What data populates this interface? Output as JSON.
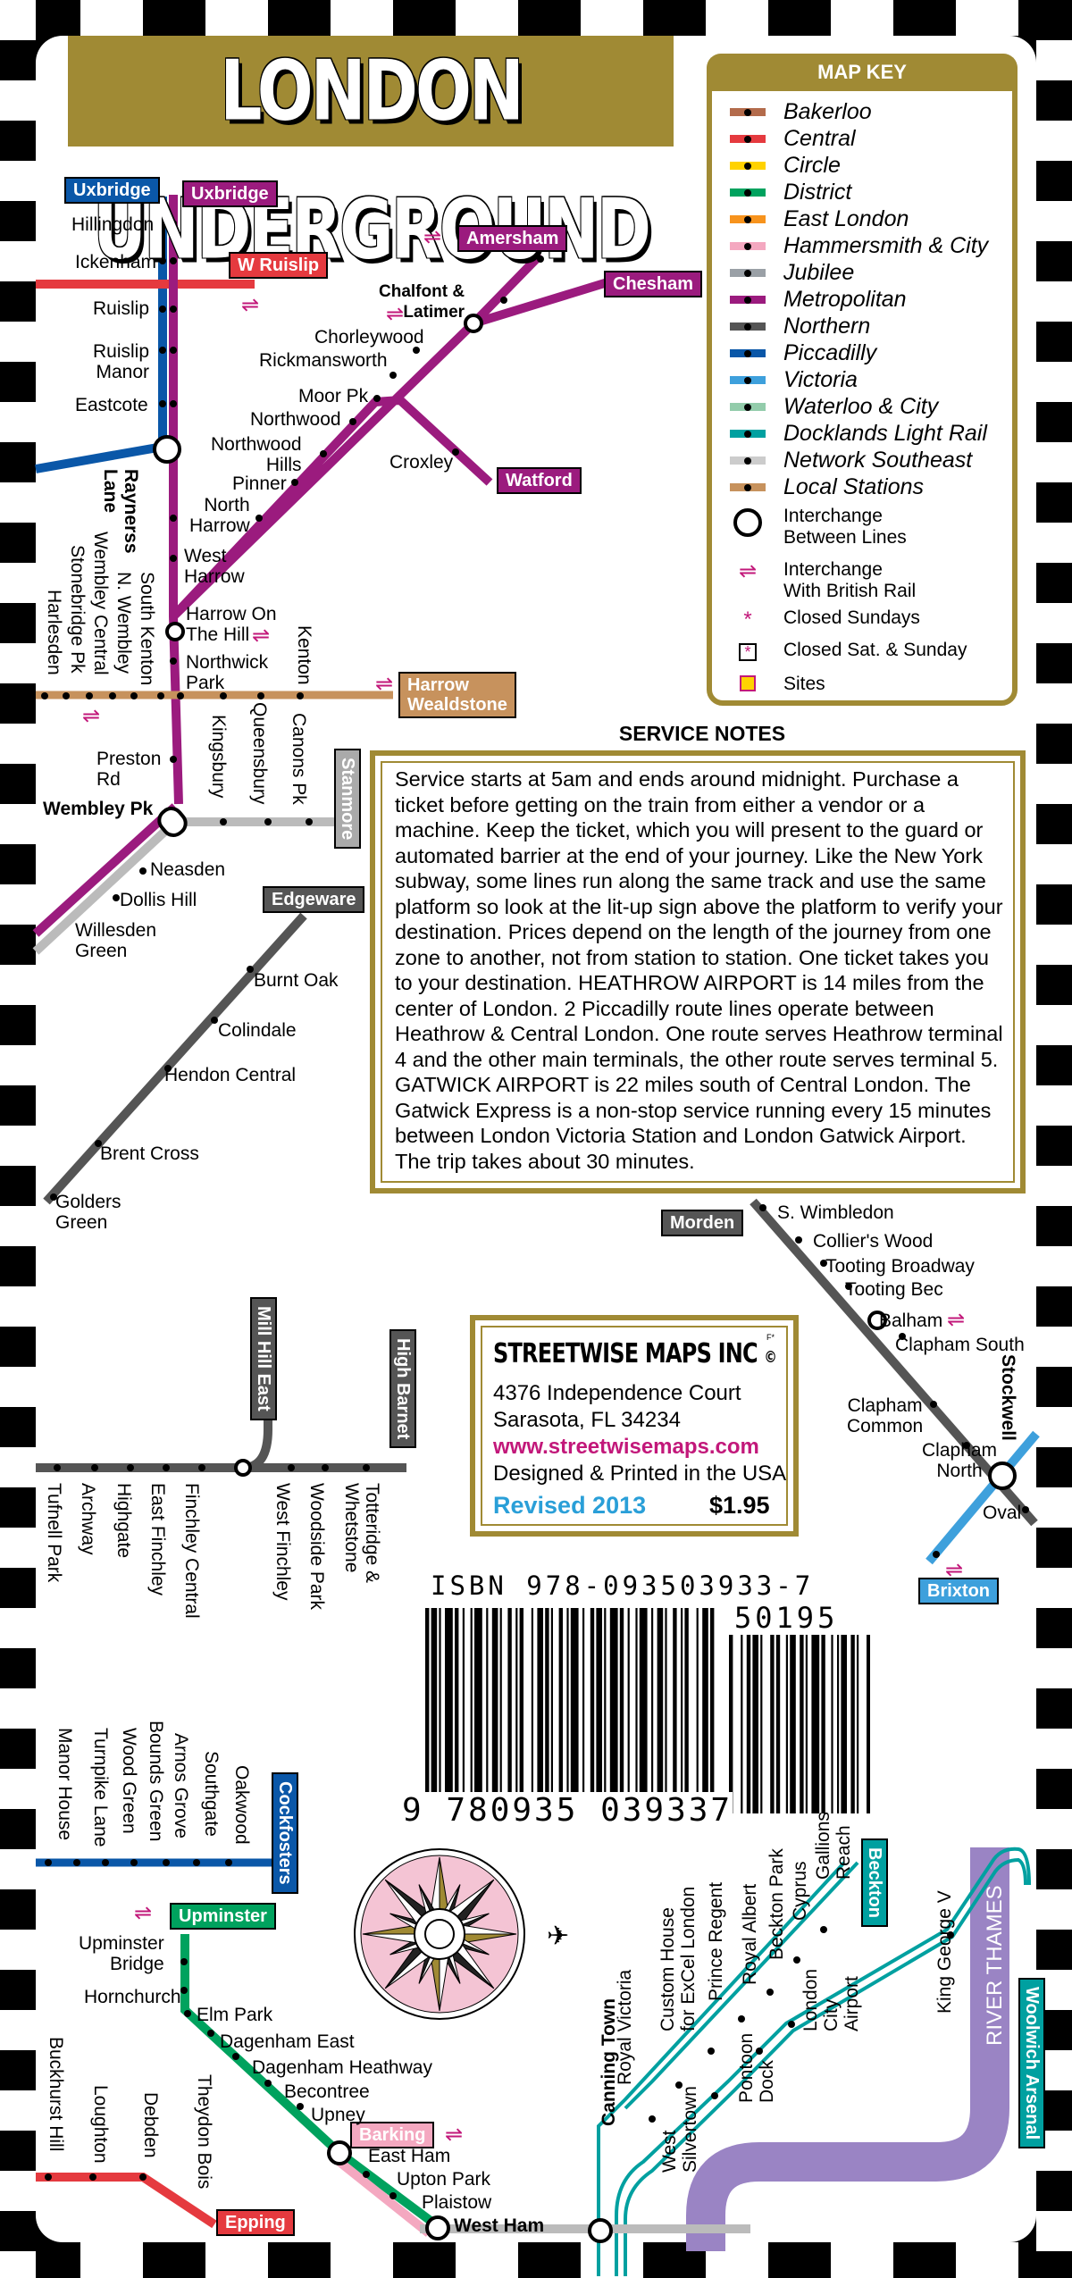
{
  "title": "LONDON UNDERGROUND",
  "map_key": {
    "heading": "MAP KEY",
    "lines": [
      {
        "name": "Bakerloo",
        "color": "#b36b4b"
      },
      {
        "name": "Central",
        "color": "#e53a3f"
      },
      {
        "name": "Circle",
        "color": "#ffd200"
      },
      {
        "name": "District",
        "color": "#00a25e"
      },
      {
        "name": "East London",
        "color": "#f7931d"
      },
      {
        "name": "Hammersmith & City",
        "color": "#f4a8c0"
      },
      {
        "name": "Jubilee",
        "color": "#9aa0a6"
      },
      {
        "name": "Metropolitan",
        "color": "#9b1b7e"
      },
      {
        "name": "Northern",
        "color": "#555555"
      },
      {
        "name": "Piccadilly",
        "color": "#0a57a8"
      },
      {
        "name": "Victoria",
        "color": "#3ea0dc"
      },
      {
        "name": "Waterloo & City",
        "color": "#93ccab"
      },
      {
        "name": "Docklands Light Rail",
        "color": "#00a0a0"
      },
      {
        "name": "Network Southeast",
        "color": "#cccccc"
      },
      {
        "name": "Local Stations",
        "color": "#c7925d"
      }
    ],
    "symbols": [
      {
        "icon": "interchange-circle-icon",
        "label": "Interchange\nBetween Lines"
      },
      {
        "icon": "british-rail-icon",
        "label": "Interchange\nWith British Rail"
      },
      {
        "icon": "closed-sundays-icon",
        "label": "Closed Sundays"
      },
      {
        "icon": "closed-sat-sun-icon",
        "label": "Closed Sat. & Sunday"
      },
      {
        "icon": "sites-icon",
        "label": "Sites"
      }
    ]
  },
  "service_notes": {
    "heading": "SERVICE NOTES",
    "body": "Service starts at 5am and ends around midnight. Purchase a ticket before getting on the train from either a vendor or a machine. Keep the ticket, which you will present to the guard or automated barrier at the end of your journey. Like the New York subway, some lines run along the same track and use the same platform so look at the lit-up sign above the platform to verify your destination. Prices depend on the length of the journey from one zone to another, not from station to station. One ticket takes you to your destination. HEATHROW AIRPORT is 14 miles from the center of London. 2 Piccadilly route lines operate between Heathrow & Central London. One route serves Heathrow terminal 4 and the other main terminals, the other route serves terminal 5. GATWICK AIRPORT is 22 miles south of Central London. The Gatwick Express is a non-stop service running every 15 minutes between London Victoria Station and London Gatwick Airport. The trip takes about 30 minutes."
  },
  "publisher": {
    "name": "STREETWISE MAPS INC",
    "copyright": "©",
    "address1": "4376 Independence Court",
    "address2": "Sarasota, FL 34234",
    "url": "www.streetwisemaps.com",
    "printed": "Designed & Printed in the USA",
    "revised": "Revised 2013",
    "price": "$1.95",
    "mark": "F*"
  },
  "isbn": {
    "label": "ISBN 978-093503933-7",
    "addon": "50195",
    "digits": "9 780935 039337"
  },
  "terminus_labels": {
    "uxbridge_piccadilly": "Uxbridge",
    "uxbridge_metropolitan": "Uxbridge",
    "w_ruislip": "W Ruislip",
    "amersham": "Amersham",
    "chesham": "Chesham",
    "watford": "Watford",
    "harrow_wealdstone": "Harrow\nWealdstone",
    "stanmore": "Stanmore",
    "edgeware": "Edgeware",
    "morden": "Morden",
    "mill_hill_east": "Mill Hill East",
    "high_barnet": "High Barnet",
    "brixton": "Brixton",
    "cockfosters": "Cockfosters",
    "upminster": "Upminster",
    "barking": "Barking",
    "epping": "Epping",
    "beckton": "Beckton",
    "woolwich_arsenal": "Woolwich Arsenal"
  },
  "stations": {
    "hillingdon": "Hillingdon",
    "ickenham": "Ickenham",
    "ruislip": "Ruislip",
    "ruislip_manor": "Ruislip\nManor",
    "eastcote": "Eastcote",
    "rayners_lane": "Raynerss\nLane",
    "chalfont": "Chalfont &\nLatimer",
    "chorleywood": "Chorleywood",
    "rickmansworth": "Rickmansworth",
    "moor_pk": "Moor Pk",
    "northwood": "Northwood",
    "northwood_hills": "Northwood\nHills",
    "croxley": "Croxley",
    "pinner": "Pinner",
    "north_harrow": "North\nHarrow",
    "west_harrow": "West\nHarrow",
    "harrow_on_the_hill": "Harrow On\nThe Hill",
    "northwick_park": "Northwick\nPark",
    "kenton": "Kenton",
    "south_kenton": "South Kenton",
    "n_wembley": "N. Wembley",
    "wembley_central": "Wembley Central",
    "stonebridge_pk": "Stonebridge Pk",
    "harlesden": "Harlesden",
    "preston_rd": "Preston\nRd",
    "wembley_pk": "Wembley Pk",
    "kingsbury": "Kingsbury",
    "queensbury": "Queensbury",
    "canons_pk": "Canons Pk",
    "neasden": "Neasden",
    "dollis_hill": "Dollis Hill",
    "willesden_green": "Willesden\nGreen",
    "burnt_oak": "Burnt Oak",
    "colindale": "Colindale",
    "hendon_central": "Hendon Central",
    "brent_cross": "Brent Cross",
    "golders_green": "Golders\nGreen",
    "s_wimbledon": "S. Wimbledon",
    "colliers_wood": "Collier's Wood",
    "tooting_broadway": "Tooting Broadway",
    "tooting_bec": "Tooting Bec",
    "balham": "Balham",
    "clapham_south": "Clapham South",
    "clapham_common": "Clapham\nCommon",
    "clapham_north": "Clapham\nNorth",
    "stockwell": "Stockwell",
    "oval": "Oval",
    "tufnell_park": "Tufnell Park",
    "archway": "Archway",
    "highgate": "Highgate",
    "east_finchley": "East Finchley",
    "finchley_central": "Finchley Central",
    "west_finchley": "West Finchley",
    "woodside_park": "Woodside Park",
    "totteridge": "Totteridge &\nWhetstone",
    "manor_house": "Manor House",
    "turnpike_lane": "Turnpike Lane",
    "wood_green": "Wood Green",
    "bounds_green": "Bounds Green",
    "arnos_grove": "Arnos Grove",
    "southgate": "Southgate",
    "oakwood": "Oakwood",
    "upminster_bridge": "Upminster\nBridge",
    "hornchurch": "Hornchurch",
    "elm_park": "Elm Park",
    "dagenham_east": "Dagenham East",
    "dagenham_heathway": "Dagenham Heathway",
    "becontree": "Becontree",
    "upney": "Upney",
    "east_ham": "East Ham",
    "upton_park": "Upton Park",
    "plaistow": "Plaistow",
    "west_ham": "West Ham",
    "buckhurst_hill": "Buckhurst Hill",
    "loughton": "Loughton",
    "debden": "Debden",
    "theydon_bois": "Theydon Bois",
    "canning_town": "Canning Town",
    "royal_victoria": "Royal Victoria",
    "custom_house": "Custom House\nfor ExCel London",
    "prince_regent": "Prince Regent",
    "royal_albert": "Royal Albert",
    "beckton_park": "Beckton Park",
    "cyprus": "Cyprus",
    "gallions_reach": "Gallions\nReach",
    "west_silvertown": "West\nSilvertown",
    "pontoon_dock": "Pontoon\nDock",
    "london_city_airport": "London\nCity\nAirport",
    "king_george_v": "King George V",
    "river_thames": "RIVER THAMES"
  }
}
